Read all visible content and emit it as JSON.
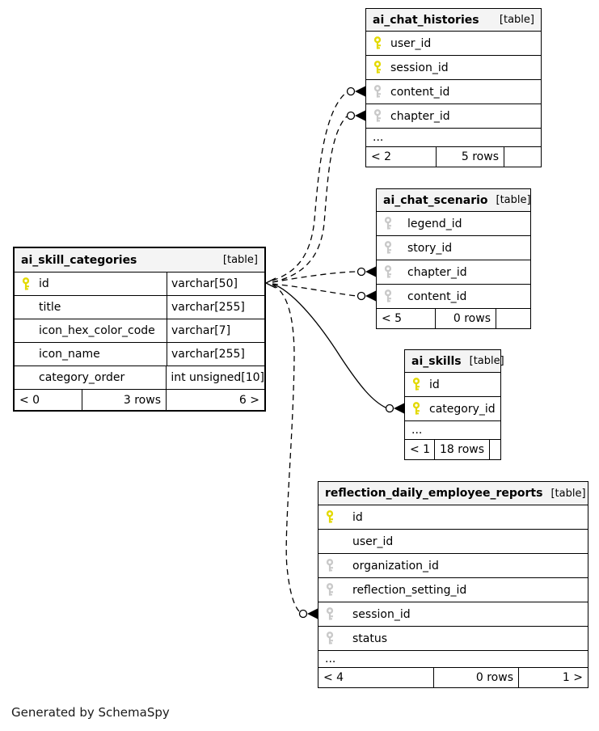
{
  "diagram": {
    "tables": [
      {
        "id": "ai_chat_histories",
        "name": "ai_chat_histories",
        "badge": "[table]",
        "columns": [
          {
            "name": "user_id",
            "key": "pk"
          },
          {
            "name": "session_id",
            "key": "pk"
          },
          {
            "name": "content_id",
            "key": "fk"
          },
          {
            "name": "chapter_id",
            "key": "fk"
          }
        ],
        "ellipsis": "...",
        "footer": {
          "left": "< 2",
          "center": "5 rows",
          "right": ""
        }
      },
      {
        "id": "ai_chat_scenario",
        "name": "ai_chat_scenario",
        "badge": "[table]",
        "columns": [
          {
            "name": "legend_id",
            "key": "fk"
          },
          {
            "name": "story_id",
            "key": "fk"
          },
          {
            "name": "chapter_id",
            "key": "fk"
          },
          {
            "name": "content_id",
            "key": "fk"
          }
        ],
        "ellipsis": null,
        "footer": {
          "left": "< 5",
          "center": "0 rows",
          "right": ""
        }
      },
      {
        "id": "ai_skill_categories",
        "name": "ai_skill_categories",
        "badge": "[table]",
        "focal": true,
        "columns": [
          {
            "name": "id",
            "key": "pk",
            "type": "varchar[50]"
          },
          {
            "name": "title",
            "key": null,
            "type": "varchar[255]"
          },
          {
            "name": "icon_hex_color_code",
            "key": null,
            "type": "varchar[7]"
          },
          {
            "name": "icon_name",
            "key": null,
            "type": "varchar[255]"
          },
          {
            "name": "category_order",
            "key": null,
            "type": "int unsigned[10]"
          }
        ],
        "ellipsis": null,
        "footer": {
          "left": "< 0",
          "center": "3 rows",
          "right": "6 >"
        }
      },
      {
        "id": "ai_skills",
        "name": "ai_skills",
        "badge": "[table]",
        "columns": [
          {
            "name": "id",
            "key": "pk"
          },
          {
            "name": "category_id",
            "key": "pk"
          }
        ],
        "ellipsis": "...",
        "footer": {
          "left": "< 1",
          "center": "18 rows",
          "right": ""
        }
      },
      {
        "id": "reflection_daily_employee_reports",
        "name": "reflection_daily_employee_reports",
        "badge": "[table]",
        "columns": [
          {
            "name": "id",
            "key": "pk"
          },
          {
            "name": "user_id",
            "key": null
          },
          {
            "name": "organization_id",
            "key": "fk"
          },
          {
            "name": "reflection_setting_id",
            "key": "fk"
          },
          {
            "name": "session_id",
            "key": "fk"
          },
          {
            "name": "status",
            "key": "fk"
          }
        ],
        "ellipsis": "...",
        "footer": {
          "left": "< 4",
          "center": "0 rows",
          "right": "1 >"
        }
      }
    ],
    "relationships": [
      {
        "from": "ai_skill_categories.id",
        "to": "ai_chat_histories.content_id",
        "style": "implied-dashed"
      },
      {
        "from": "ai_skill_categories.id",
        "to": "ai_chat_histories.chapter_id",
        "style": "implied-dashed"
      },
      {
        "from": "ai_skill_categories.id",
        "to": "ai_chat_scenario.chapter_id",
        "style": "implied-dashed"
      },
      {
        "from": "ai_skill_categories.id",
        "to": "ai_chat_scenario.content_id",
        "style": "implied-dashed"
      },
      {
        "from": "ai_skill_categories.id",
        "to": "ai_skills.category_id",
        "style": "foreign-key-solid"
      },
      {
        "from": "ai_skill_categories.id",
        "to": "reflection_daily_employee_reports.session_id",
        "style": "implied-dashed"
      }
    ],
    "colors": {
      "primary_key_icon": "#e3d900",
      "foreign_key_icon": "#c9c9c9",
      "header_bg": "#f4f4f4",
      "border": "#000000"
    },
    "icons": {
      "primary_key": "key-icon",
      "foreign_key": "key-icon"
    }
  },
  "footer_note": "Generated by SchemaSpy"
}
